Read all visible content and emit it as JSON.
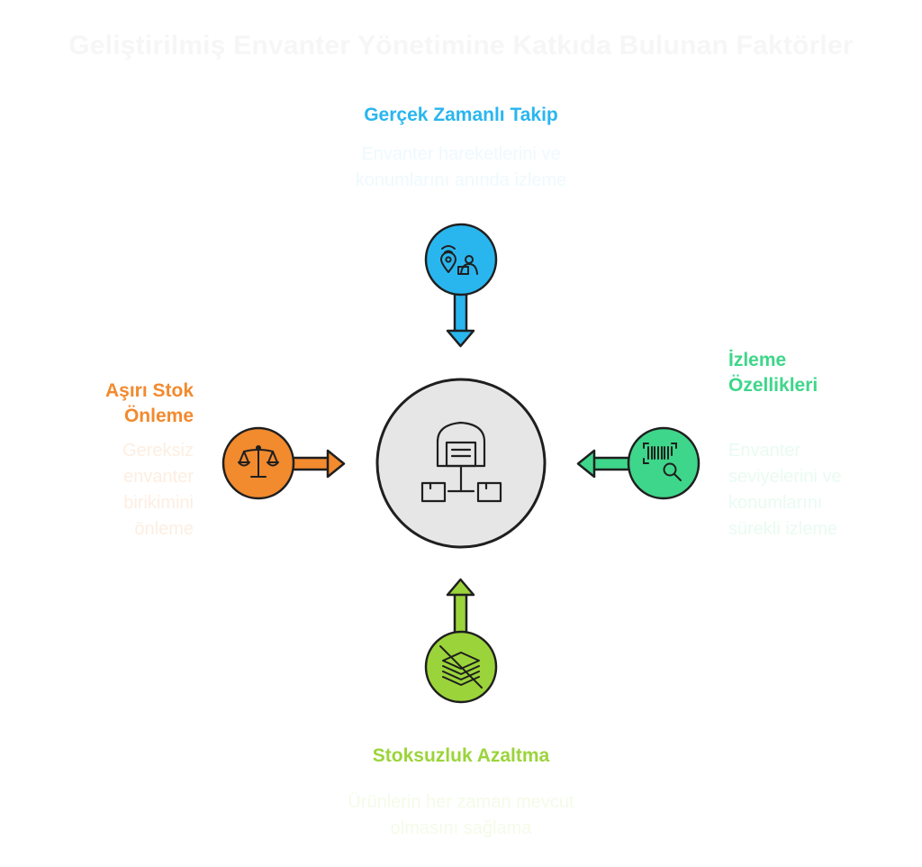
{
  "title": "Geliştirilmiş Envanter Yönetimine Katkıda Bulunan Faktörler",
  "center": {
    "icon": "warehouse-network-icon"
  },
  "factors": {
    "top": {
      "heading": "Gerçek Zamanlı Takip",
      "description_lines": [
        "Envanter hareketlerini ve",
        "konumlarını anında izleme"
      ],
      "icon": "location-tracking-icon",
      "color": "#29b6ef"
    },
    "right": {
      "heading_lines": [
        "İzleme",
        "Özellikleri"
      ],
      "description_lines": [
        "Envanter",
        "seviyelerini ve",
        "konumlarını",
        "sürekli izleme"
      ],
      "icon": "barcode-search-icon",
      "color": "#3ed68a"
    },
    "bottom": {
      "heading": "Stoksuzluk Azaltma",
      "description_lines": [
        "Ürünlerin her zaman mevcut",
        "olmasını sağlama"
      ],
      "icon": "no-stock-icon",
      "color": "#9bd43a"
    },
    "left": {
      "heading_lines": [
        "Aşırı Stok",
        "Önleme"
      ],
      "description_lines": [
        "Gereksiz",
        "envanter",
        "birikimini",
        "önleme"
      ],
      "icon": "balance-scale-icon",
      "color": "#f28a2e"
    }
  },
  "colors": {
    "center_fill": "#e6e6e6",
    "outline": "#1f1f1f",
    "top_text": "#eef9fe",
    "right_text": "#e9fbf2",
    "bottom_text": "#f4fbe8",
    "left_text": "#fdeee1"
  }
}
